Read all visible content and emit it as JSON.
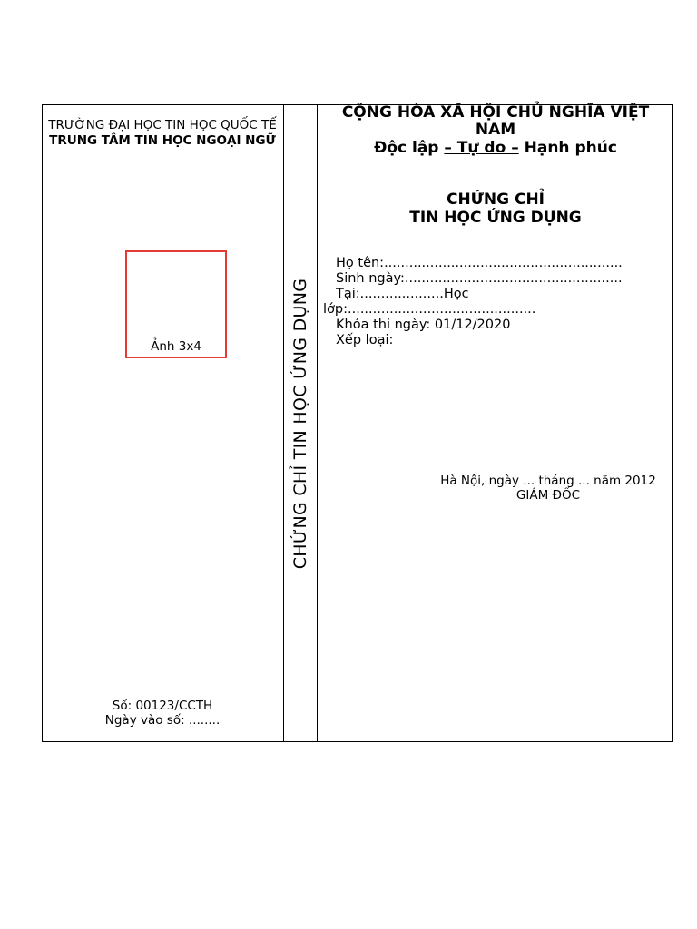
{
  "left": {
    "school": "TRƯỜNG ĐẠI HỌC TIN HỌC QUỐC TẾ",
    "center": "TRUNG TÂM TIN HỌC NGOẠI NGỮ",
    "photo_label": "Ảnh 3x4",
    "serial": "Số: 00123/CCTH",
    "entry_date": "Ngày vào số: ........"
  },
  "spine": {
    "text": "CHỨNG CHỈ TIN HỌC ỨNG DỤNG"
  },
  "right": {
    "country": "CỘNG HÒA XÃ HỘI CHỦ NGHĨA VIỆT NAM",
    "motto_part1": "Độc lập",
    "motto_part2": "– Tự do –",
    "motto_part3": "Hạnh phúc",
    "title_line1": "CHỨNG CHỈ",
    "title_line2": "TIN HỌC ỨNG DỤNG",
    "fields": {
      "name": "Họ tên:.........................................................",
      "dob": "Sinh ngày:....................................................",
      "place_and_class": "Tại:....................Học lớp:.............................................",
      "exam_date": "Khóa thi ngày: 01/12/2020",
      "grade": "Xếp loại:"
    },
    "place_date": "Hà Nội, ngày ... tháng ... năm 2012",
    "signer": "GIÁM ĐỐC"
  },
  "colors": {
    "border": "#000000",
    "photo_border": "#e53935"
  }
}
